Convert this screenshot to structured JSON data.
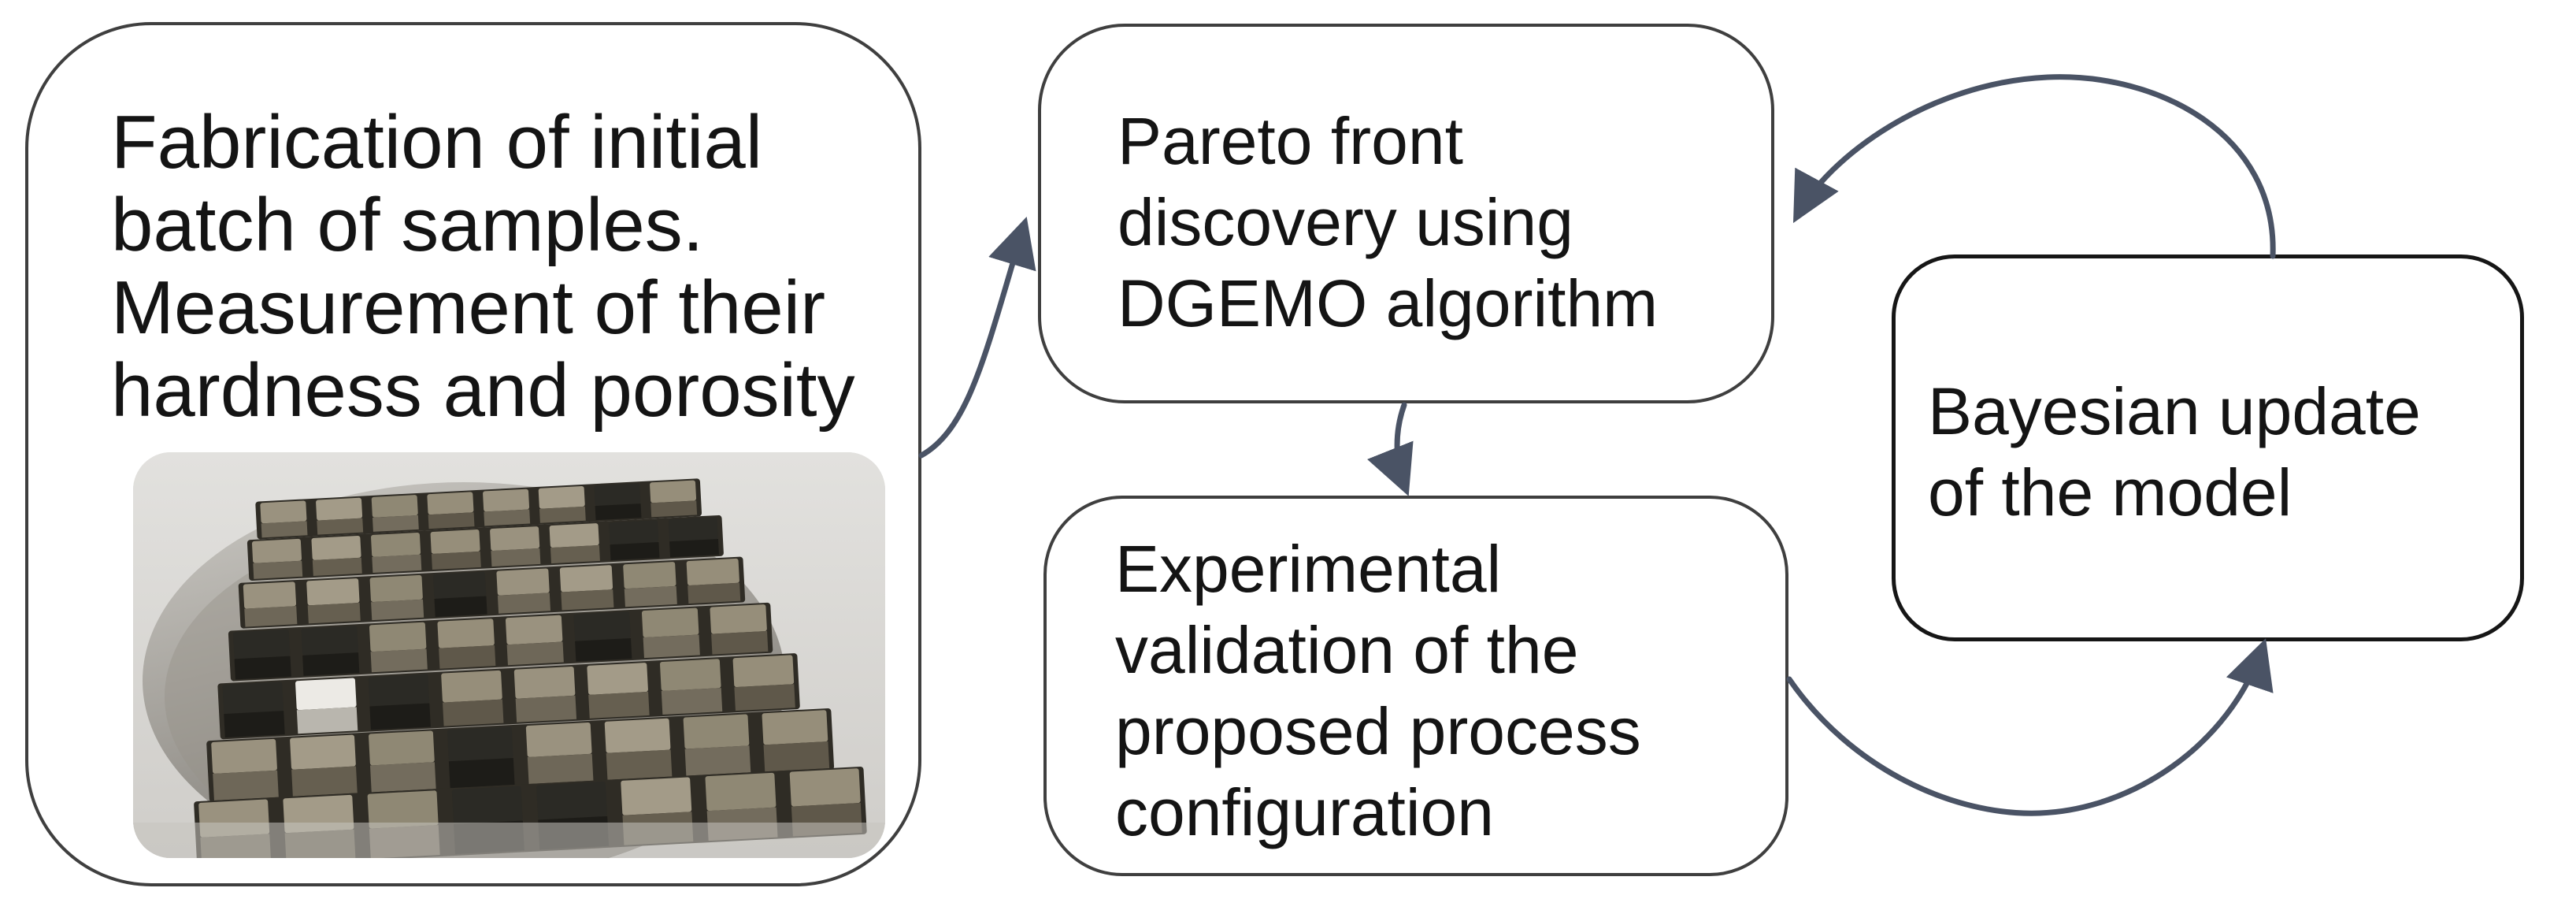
{
  "nodes": {
    "fabrication": {
      "lines": [
        "Fabrication of initial",
        "batch of samples.",
        "Measurement of their",
        "hardness and porosity"
      ]
    },
    "pareto": {
      "lines": [
        "Pareto front",
        "discovery using",
        "DGEMO algorithm"
      ]
    },
    "validation": {
      "lines": [
        "Experimental",
        "validation of the",
        "proposed process",
        "configuration"
      ]
    },
    "bayesian": {
      "lines": [
        "Bayesian update",
        "of the model"
      ]
    }
  },
  "colors": {
    "page_bg": "#ffffff",
    "box_border": "#3f3f3f",
    "bayes_border": "#161616",
    "text": "#141414",
    "arrow": "#4a5365",
    "photo_bg": "#d9d7d3",
    "plate_light": "#c6c4bf",
    "plate_dark": "#86837d",
    "slot": "#2f2c25",
    "cube_dark_top": "#2b2a25",
    "cube_dark_front": "#1d1c18",
    "cube_light_top": "#eceae5",
    "cube_light_front": "#b9b6ae"
  },
  "photo": {
    "rows": 7,
    "cols": 8,
    "cube_top_palette": [
      "#9a927f",
      "#a39b88",
      "#8f8874",
      "#968e7a"
    ],
    "cube_front_palette": [
      "#6e6758",
      "#665f50",
      "#736c5d",
      "#5f584a"
    ],
    "dark_cells": [
      [
        0,
        6
      ],
      [
        1,
        6
      ],
      [
        1,
        7
      ],
      [
        2,
        3
      ],
      [
        3,
        0
      ],
      [
        3,
        1
      ],
      [
        3,
        5
      ],
      [
        4,
        0
      ],
      [
        4,
        2
      ],
      [
        5,
        3
      ],
      [
        6,
        3
      ],
      [
        6,
        4
      ]
    ],
    "light_cells": [
      [
        4,
        1
      ]
    ]
  }
}
